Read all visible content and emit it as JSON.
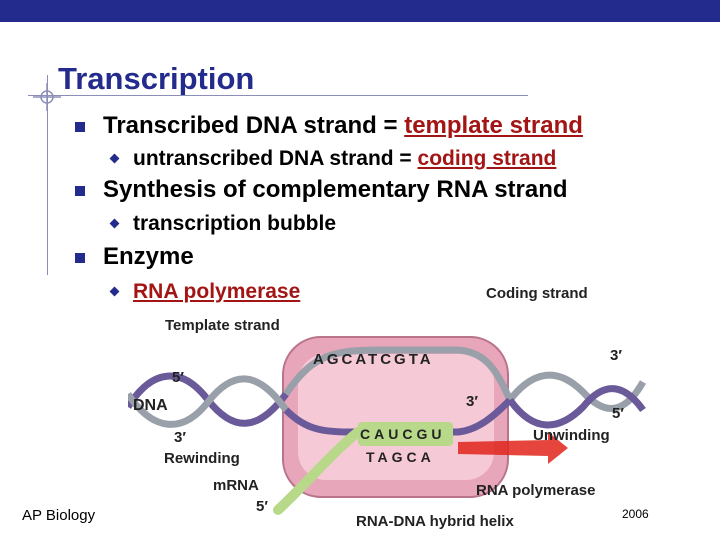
{
  "slide": {
    "title": "Transcription",
    "bullets": [
      {
        "prefix": "Transcribed DNA strand = ",
        "highlight": "template strand",
        "sub": {
          "prefix": "untranscribed DNA strand = ",
          "highlight": "coding strand"
        }
      },
      {
        "text": "Synthesis of complementary RNA strand",
        "sub": {
          "text": "transcription bubble"
        }
      },
      {
        "text": "Enzyme",
        "sub": {
          "text": "RNA polymerase"
        }
      }
    ],
    "footer_left": "AP Biology",
    "footer_right": "2006"
  },
  "figure": {
    "labels": {
      "coding_strand": "Coding strand",
      "template_strand": "Template strand",
      "five_prime_left": "5′",
      "three_prime_left": "3′",
      "dna": "DNA",
      "rewinding": "Rewinding",
      "mrna": "mRNA",
      "five_prime_mrna": "5′",
      "three_prime_right": "3′",
      "three_prime_mid": "3′",
      "five_prime_right": "5′",
      "unwinding": "Unwinding",
      "rna_polymerase": "RNA polymerase",
      "hybrid_helix": "RNA-DNA hybrid helix"
    },
    "coding_bases": "AGCATCGTA",
    "rna_bases": "CAUCGU",
    "dna_template_bases": "TAGCA",
    "colors": {
      "polymerase_fill": "#e8a6bb",
      "bubble_fill": "#f6c9d6",
      "strand_purple": "#6b5a9a",
      "strand_gray": "#9aa0aa",
      "rna_green": "#b8d98a",
      "arrow_red": "#e0251b"
    }
  }
}
